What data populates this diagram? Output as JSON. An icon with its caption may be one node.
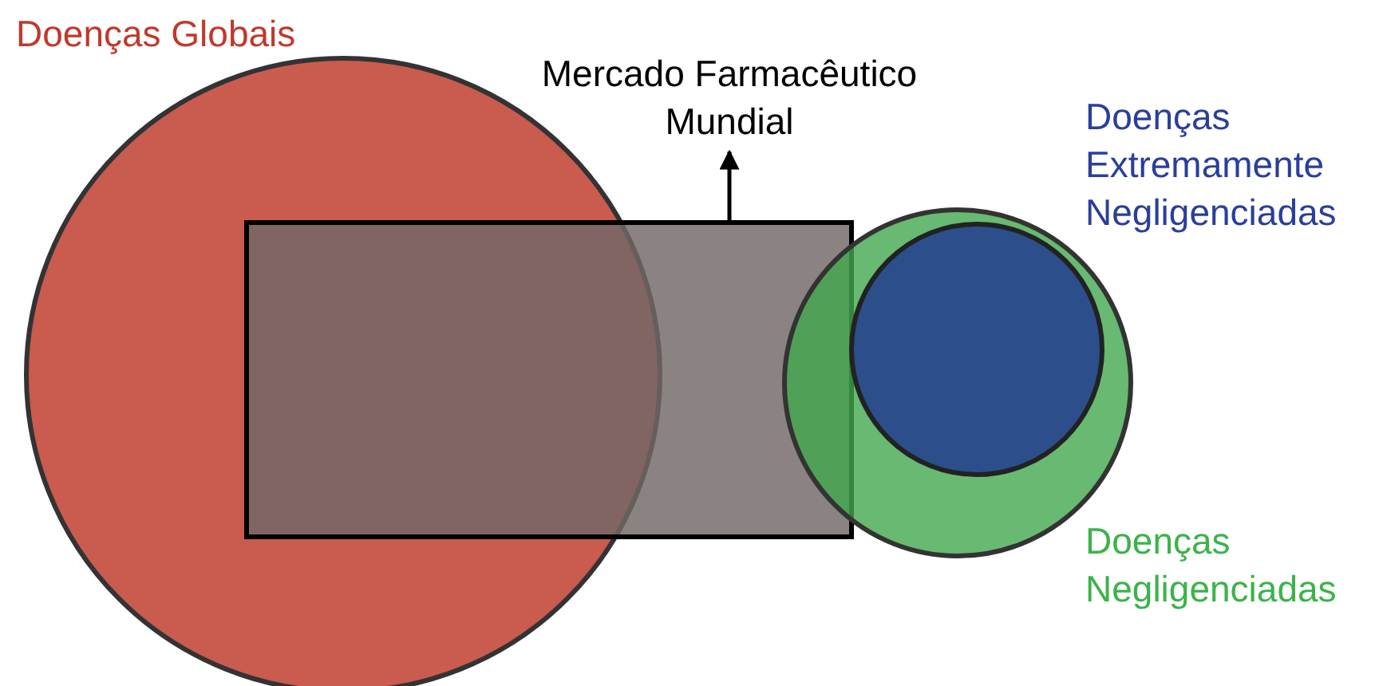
{
  "diagram": {
    "nodes": [
      {
        "text": [
          "Doenças Globais"
        ]
      },
      {
        "text": [
          "Mercado Farmacêutico Mundial"
        ]
      },
      {
        "text": [],
        "shape": "box"
      },
      {
        "text": [
          "Doenças Negligenciadas"
        ]
      },
      {
        "text": [
          "Doenças Extremamente Negligenciadas"
        ],
        "in": 3
      }
    ],
    "edges": [
      {
        "from": 2,
        "to": 1,
        "arrow": "to"
      }
    ]
  }
}
